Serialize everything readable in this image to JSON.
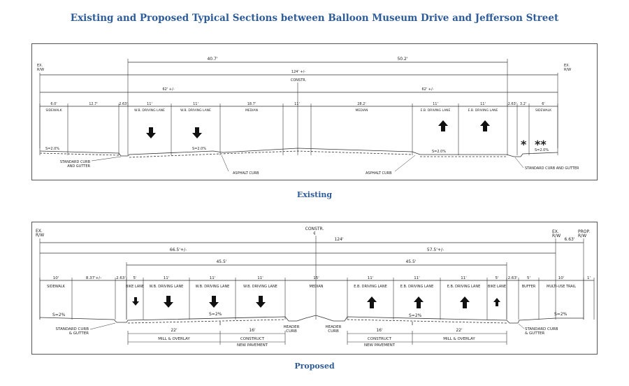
{
  "title": "Existing and Proposed Typical Sections between Balloon Museum Drive and Jefferson Street",
  "existing": {
    "caption": "Existing",
    "row_labels": {
      "ex_rw_left_1": "EX.",
      "ex_rw_left_2": "R/W",
      "ex_rw_right_1": "EX.",
      "ex_rw_right_2": "R/W",
      "constr": "CONSTR."
    },
    "dims_top": {
      "left_span": "40.7'",
      "right_span": "50.2'",
      "total": "124' +/-",
      "left_half": "62' +/-",
      "right_half": "62' +/-"
    },
    "segments": [
      {
        "dim": "6.0'",
        "label": "SIDEWALK"
      },
      {
        "dim": "12.7'",
        "label": ""
      },
      {
        "dim": "2.63'",
        "label": ""
      },
      {
        "dim": "11'",
        "label": "W.B. DRIVING LANE"
      },
      {
        "dim": "11'",
        "label": "W.B. DRIVING LANE"
      },
      {
        "dim": "18.7'",
        "label": "MEDIAN"
      },
      {
        "dim": "11'",
        "label": ""
      },
      {
        "dim": "28.2'",
        "label": "MEDIAN"
      },
      {
        "dim": "11'",
        "label": "E.B. DRIVING LANE"
      },
      {
        "dim": "11'",
        "label": "E.B. DRIVING LANE"
      },
      {
        "dim": "2.63'",
        "label": ""
      },
      {
        "dim": "3.2'",
        "label": ""
      },
      {
        "dim": "6'",
        "label": "SIDEWALK"
      }
    ],
    "slopes": {
      "left": "S=2.0%",
      "mid_left": "S=2.0%",
      "mid_right": "S=2.0%",
      "right": "S=2.0%"
    },
    "marks": {
      "single": "*",
      "double": "**"
    },
    "callouts": {
      "curb_left_1": "STANDARD CURB",
      "curb_left_2": "AND GUTTER",
      "asphalt_left": "ASPHALT CURB",
      "asphalt_right": "ASPHALT CURB",
      "curb_right": "STANDARD CURB AND GUTTER"
    }
  },
  "proposed": {
    "caption": "Proposed",
    "row_labels": {
      "ex_rw_left_1": "EX.",
      "ex_rw_left_2": "R/W",
      "constr_1": "CONSTR.",
      "constr_2": "¢",
      "ex_rw_right_1": "EX.",
      "ex_rw_right_2": "R/W",
      "prop_rw_1": "PROP.",
      "prop_rw_2": "R/W"
    },
    "dims_top": {
      "total": "124'",
      "left_half": "66.5'+/-",
      "right_half": "57.5'+/-",
      "left_lanes": "45.5'",
      "right_lanes": "45.5'",
      "offset": "6.63'"
    },
    "segments": [
      {
        "dim": "10'",
        "label": "SIDEWALK"
      },
      {
        "dim": "8.37'+/-",
        "label": ""
      },
      {
        "dim": "2.63'",
        "label": ""
      },
      {
        "dim": "5'",
        "label": "BIKE LANE"
      },
      {
        "dim": "11'",
        "label": "W.B. DRIVING LANE"
      },
      {
        "dim": "11'",
        "label": "W.B. DRIVING LANE"
      },
      {
        "dim": "11'",
        "label": "W.B. DRIVING LANE"
      },
      {
        "dim": "15'",
        "label": "MEDIAN"
      },
      {
        "dim": "11'",
        "label": "E.B. DRIVING LANE"
      },
      {
        "dim": "11'",
        "label": "E.B. DRIVING LANE"
      },
      {
        "dim": "11'",
        "label": "E.B. DRIVING LANE"
      },
      {
        "dim": "5'",
        "label": "BIKE LANE"
      },
      {
        "dim": "2.63'",
        "label": ""
      },
      {
        "dim": "5'",
        "label": "BUFFER"
      },
      {
        "dim": "10'",
        "label": "MULTI-USE TRAIL"
      },
      {
        "dim": "1'",
        "label": ""
      }
    ],
    "slopes": {
      "left": "S=2%",
      "mid_left": "S=2%",
      "mid_right": "S=2%",
      "right": "S=2%"
    },
    "callouts": {
      "curb_left_1": "STANDARD CURB",
      "curb_left_2": "& GUTTER",
      "header_left_1": "HEADER",
      "header_left_2": "CURB",
      "header_right_1": "HEADER",
      "header_right_2": "CURB",
      "curb_right_1": "STANDARD CURB",
      "curb_right_2": "& GUTTER"
    },
    "bottom_dims": [
      {
        "dim": "22'",
        "label": "MILL & OVERLAY"
      },
      {
        "dim": "16'",
        "label_1": "CONSTRUCT",
        "label_2": "NEW PAVEMENT"
      },
      {
        "dim": "16'",
        "label_1": "CONSTRUCT",
        "label_2": "NEW PAVEMENT"
      },
      {
        "dim": "22'",
        "label": "MILL & OVERLAY"
      }
    ]
  }
}
